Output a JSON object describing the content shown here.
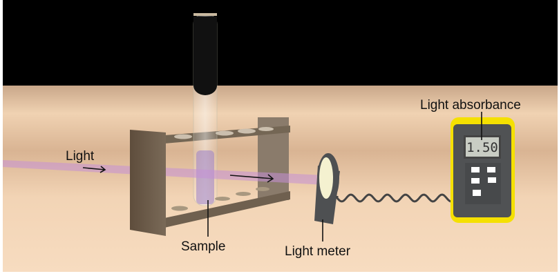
{
  "labels": {
    "light": "Light",
    "sample": "Sample",
    "light_meter": "Light meter",
    "light_absorbance": "Light absorbance"
  },
  "meter": {
    "reading": "1.50"
  },
  "colors": {
    "beam": "#c58fd6",
    "meter_case": "#f5e000",
    "meter_body": "#505254",
    "sky": "#000000",
    "table": "#e8c8a8"
  }
}
